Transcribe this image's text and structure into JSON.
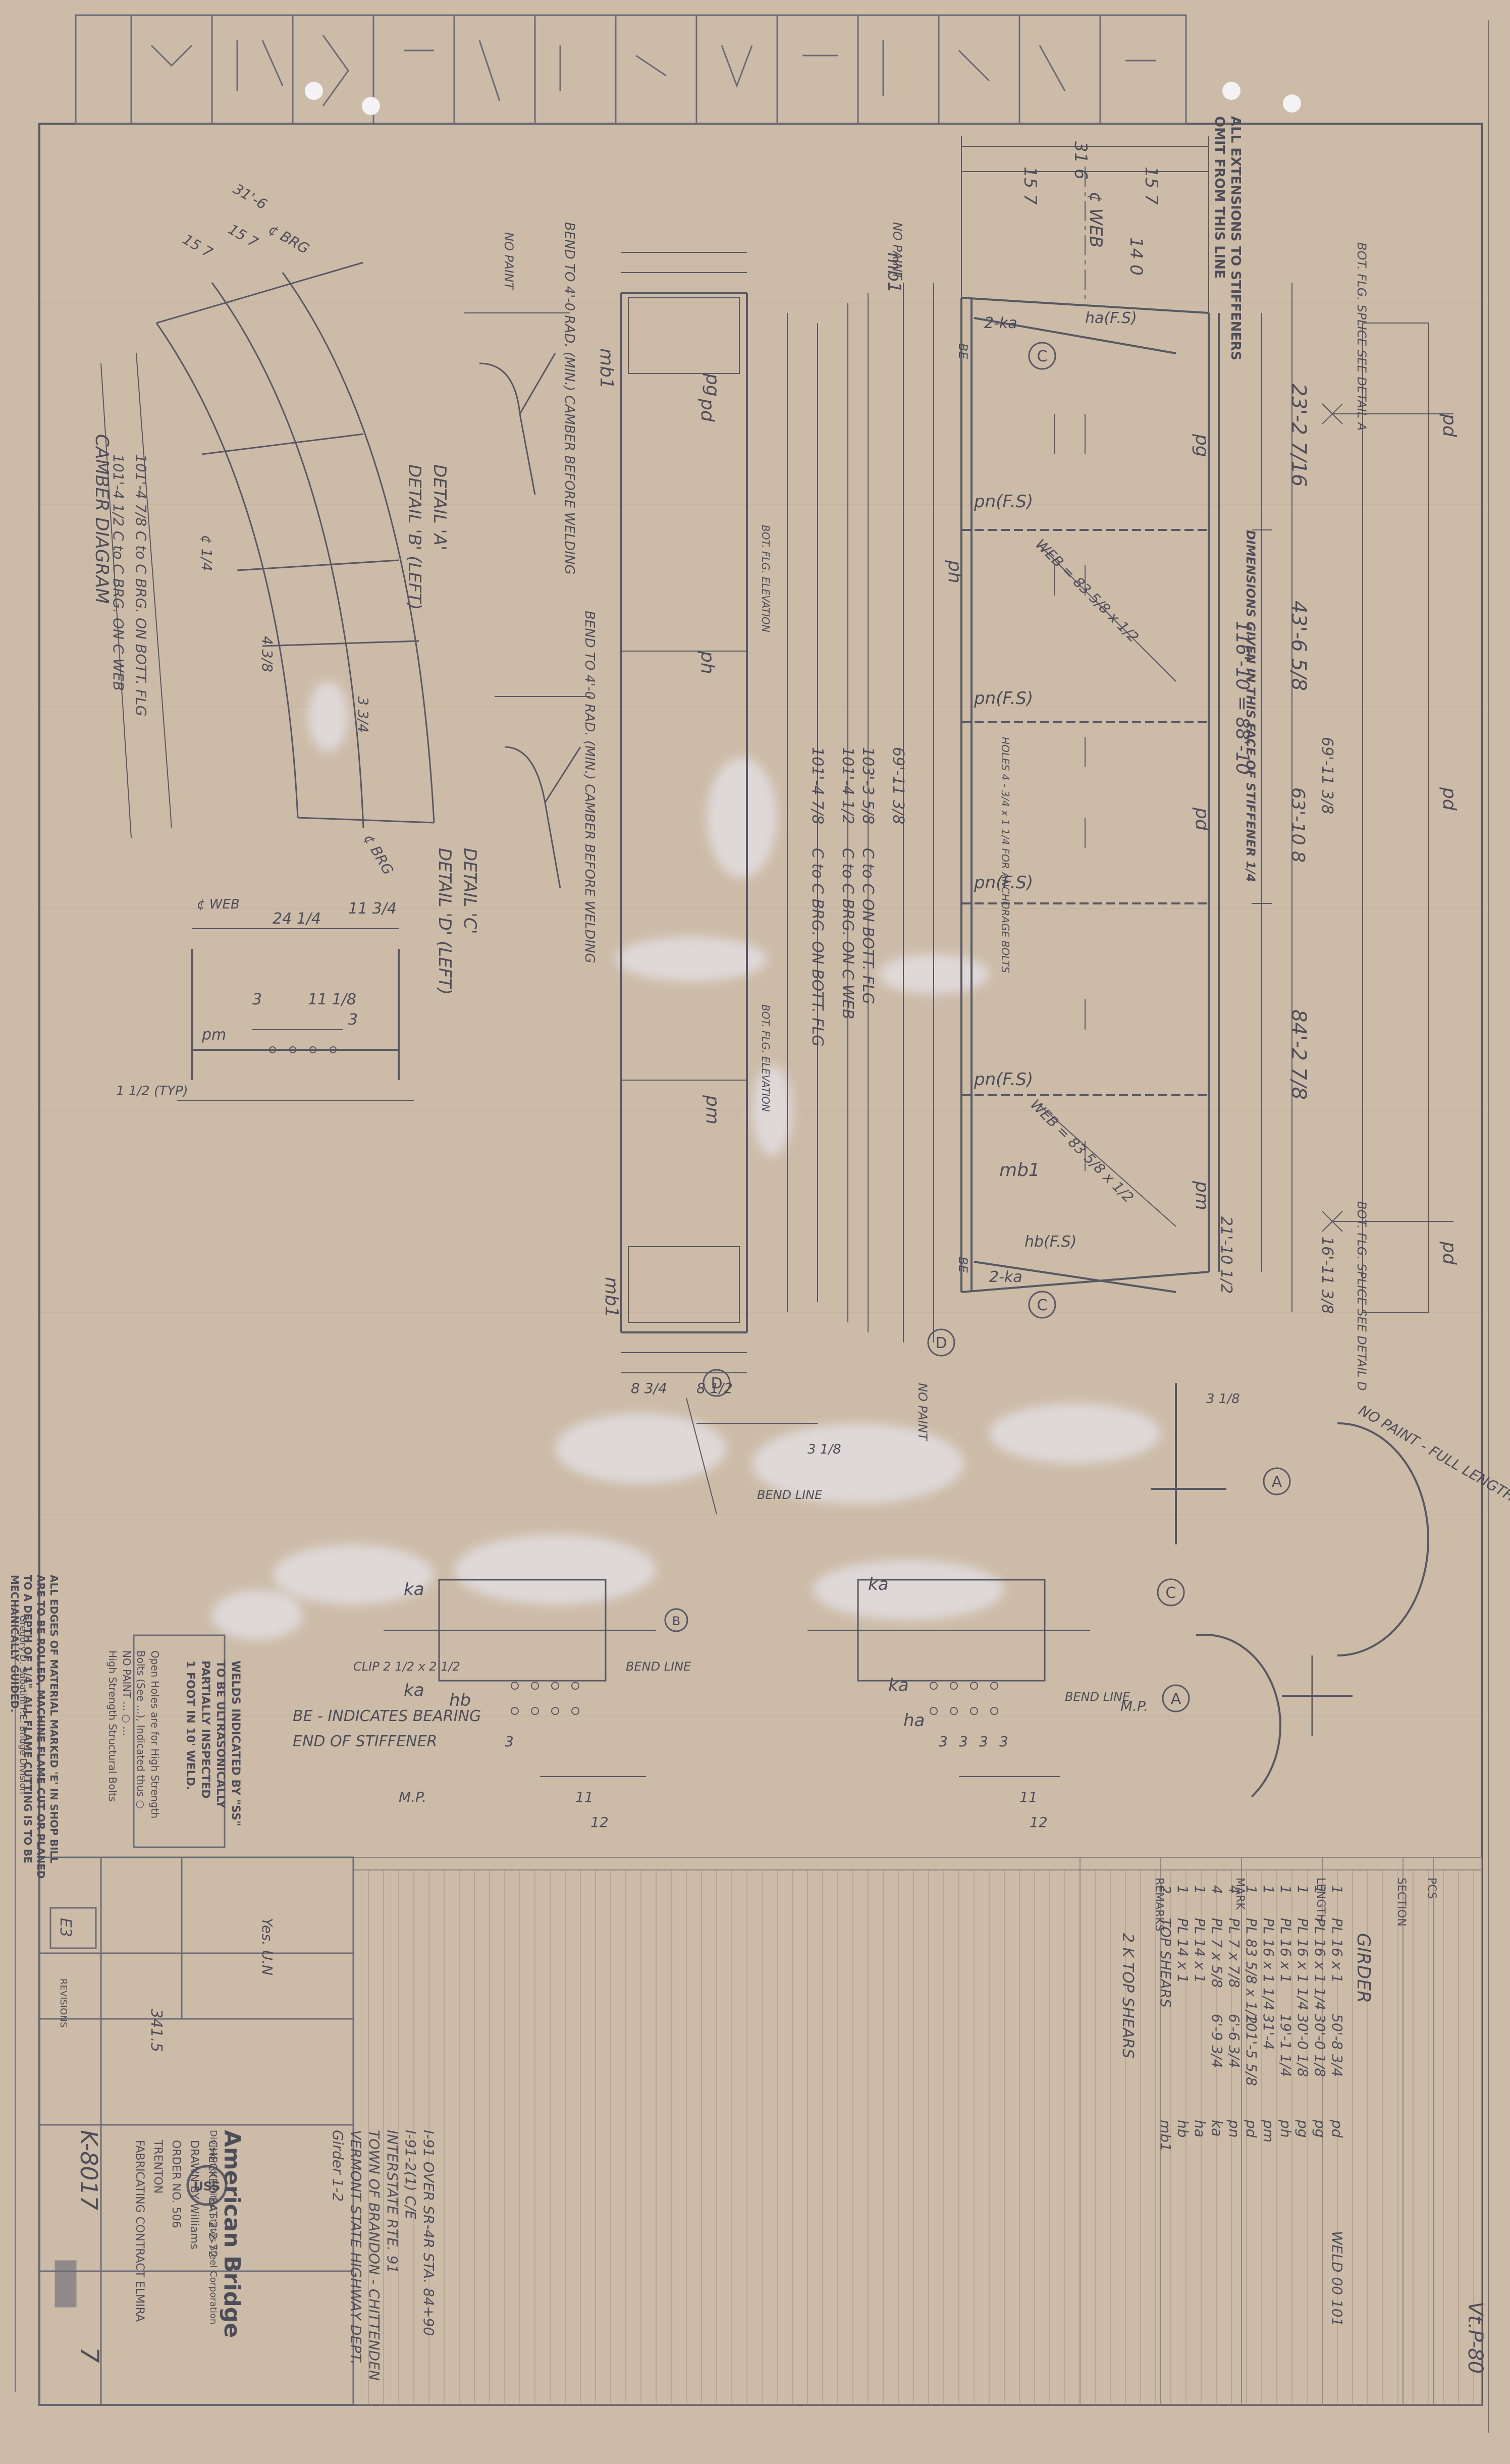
{
  "colors": {
    "paper": "#c9b7a3",
    "pencil": "#585865",
    "grid": "#a99c92",
    "smudge": "#e4e2e8"
  },
  "edge_notes": [
    "ALL EXTENSIONS TO STIFFENERS",
    "OMIT FROM THIS LINE"
  ],
  "elevation": {
    "dims_top": [
      "31 6",
      "15 7",
      "15 7",
      "¢ WEB",
      "14 0"
    ],
    "notes": [
      "BOT. FLG. SPLICE SEE DETAIL A",
      "23'-2 7/16",
      "DIMENSIONS GIVEN IN THIS FACE OF STIFFENER 1/4",
      "43'-6 5/8",
      "116'-10 = 88'-10",
      "63'-10 8",
      "69'-11 3/8",
      "84'-2 7/8",
      "21'-10 1/2",
      "BOT. FLG. SPLICE SEE DETAIL D",
      "16'-11 3/8"
    ],
    "stiffeners": [
      "pn(F.S)",
      "pn(F.S)",
      "pn(F.S)",
      "pn(F.S)"
    ],
    "labels": [
      "pd",
      "pd",
      "pd",
      "pd",
      "ph",
      "pg",
      "pm",
      "mb1",
      "mb1",
      "ha(F.S)",
      "hb(F.S)",
      "2-ka",
      "2-ka",
      "BE",
      "BE",
      "NO PAINT",
      "NO PAINT",
      "WEB = 83 5/8 x 1/2",
      "WEB = 83 5/8 x 1/2",
      "HOLES 4 - 3/4 x 1 1/4 FOR ANCHORAGE BOLTS"
    ]
  },
  "plan": {
    "labels": [
      "pd",
      "ph",
      "pg",
      "pm",
      "mb1",
      "mb1",
      "8 3/4",
      "8 1/2",
      "NO PAINT",
      "BOT. FLG. ELEVATION",
      "BOT. FLG. ELEVATION",
      "101'-4 7/8",
      "101'-4 1/2",
      "103'-3 5/8",
      "69'-11 3/8",
      "C to C BRG. ON BOTT. FLG",
      "C to C BRG. ON C WEB",
      "C to C ON BOTT. FLG"
    ]
  },
  "details": {
    "detail_a": "DETAIL 'A'",
    "detail_b": "DETAIL 'B' (LEFT)",
    "detail_c": "DETAIL 'C'",
    "detail_d": "DETAIL 'D' (LEFT)",
    "bend_note_a": "BEND TO 4'-0 RAD. (MIN.) CAMBER BEFORE WELDING",
    "bend_note_b": "BEND TO 4'-0 RAD. (MIN.) CAMBER BEFORE WELDING",
    "camber_title": "CAMBER DIAGRAM",
    "camber_notes": [
      "31'-6",
      "15 7",
      "15 7",
      "¢ BRG",
      "¢ BRG",
      "101'-4 7/8 C to C BRG. ON BOTT. FLG",
      "101'-4 1/2 C to C BRG. ON C WEB",
      "¢ 1/4",
      "4 3/8",
      "3 3/4"
    ],
    "section_labels": [
      "24 1/4",
      "11 3/4",
      "11 1/8",
      "3",
      "3",
      "pm",
      "¢ WEB",
      "1 1/2 (TYP)"
    ]
  },
  "bearing": {
    "labels": [
      "ka",
      "ka",
      "ka",
      "hb",
      "ha",
      "ka",
      "BEND LINE",
      "BEND LINE",
      "BEND LINE",
      "3 1/8",
      "3 1/8",
      "CLIP 2 1/2 x 2 1/2",
      "M.P.",
      "M.P.",
      "11",
      "11",
      "12",
      "12",
      "3",
      "3",
      "3",
      "3",
      "3"
    ],
    "notes": [
      "BE - INDICATES BEARING",
      "END OF STIFFENER"
    ]
  },
  "bubbles": [
    "C",
    "D",
    "C",
    "D",
    "A",
    "C",
    "A",
    "B"
  ],
  "no_paint_arc": "NO PAINT - FULL LENGTH",
  "bolt_note": {
    "lines": [
      "Open Holes are for High Strength",
      "Bolts (See ...), Indicated thus ○",
      "NO PAINT ... ○ ...",
      "High Strength Structural Bolts"
    ]
  },
  "weld_note": {
    "lines": [
      "WELDS INDICATED BY \"SS\"",
      "TO BE ULTRASONICALLY",
      "PARTIALLY INSPECTED",
      "1 FOOT IN 10' WELD."
    ]
  },
  "surface_note": {
    "lines": [
      "ALL EDGES OF MATERIAL MARKED 'E' IN SHOP BILL",
      "ARE TO BE ROLLED, MACHINE FLAME CUT OR PLANED",
      "TO A DEPTH OF 1/4\". ALL FLAME CUTTING IS TO BE",
      "MECHANICALLY GUIDED."
    ]
  },
  "bom": {
    "header_top": "GIRDER",
    "header_cols": [
      "PCS",
      "SECTION",
      "LENGTH",
      "MARK",
      "REMARKS"
    ],
    "rows": [
      {
        "pcs": "1",
        "section": "PL 16 x 1",
        "length": "50'-8 3/4",
        "mark": "pd",
        "remarks": "WELD 00 101"
      },
      {
        "pcs": "1",
        "section": "PL 16 x 1 1/4",
        "length": "30'-0 1/8",
        "mark": "pg",
        "remarks": ""
      },
      {
        "pcs": "1",
        "section": "PL 16 x 1 1/4",
        "length": "30'-0 1/8",
        "mark": "pg",
        "remarks": ""
      },
      {
        "pcs": "1",
        "section": "PL 16 x 1",
        "length": "19'-1 1/4",
        "mark": "ph",
        "remarks": ""
      },
      {
        "pcs": "1",
        "section": "PL 16 x 1 1/4",
        "length": "31'-4",
        "mark": "pm",
        "remarks": ""
      },
      {
        "pcs": "1",
        "section": "PL 83 5/8 x 1/2",
        "length": "101'-5 5/8",
        "mark": "pd",
        "remarks": ""
      },
      {
        "pcs": "4",
        "section": "PL 7 x 7/8",
        "length": "6'-6 3/4",
        "mark": "pn",
        "remarks": ""
      },
      {
        "pcs": "4",
        "section": "PL 7 x 5/8",
        "length": "6'-9 3/4",
        "mark": "ka",
        "remarks": ""
      },
      {
        "pcs": "1",
        "section": "PL 14 x 1",
        "length": "",
        "mark": "ha",
        "remarks": ""
      },
      {
        "pcs": "1",
        "section": "PL 14 x 1",
        "length": "",
        "mark": "hb",
        "remarks": ""
      },
      {
        "pcs": "2",
        "section": "TOP SHEARS",
        "length": "",
        "mark": "mb1",
        "remarks": ""
      }
    ],
    "bottom_note": "2 K TOP SHEARS"
  },
  "title_block": {
    "company": "American Bridge",
    "division": "Division of United States Steel Corporation",
    "logo": "USS",
    "project_lines": [
      "Girder 1-2",
      "VERMONT STATE HIGHWAY DEPT.",
      "TOWN OF BRANDON - CHITTENDEN",
      "INTERSTATE RTE. 91",
      "I-91-2(1) C/E",
      "I-91 OVER SR-4R STA. 84+90"
    ],
    "contract": "FABRICATING CONTRACT  ELMIRA",
    "location": "TRENTON",
    "order_no": "ORDER NO.  506",
    "drawn_by": "DRAWN BY  Williams",
    "checked": "CHECKED  EAT  2-2-72",
    "erection_no": "K-8017",
    "sheet_no": "7",
    "material_note": "Yes. U.N",
    "weight": "341.5",
    "revisions_label": "REVISIONS",
    "left_stamp": "E3",
    "stamp_text": "Gregory D. Sabatini P.E. Bridge Division"
  },
  "corner_stamp": "Vt.P-80"
}
